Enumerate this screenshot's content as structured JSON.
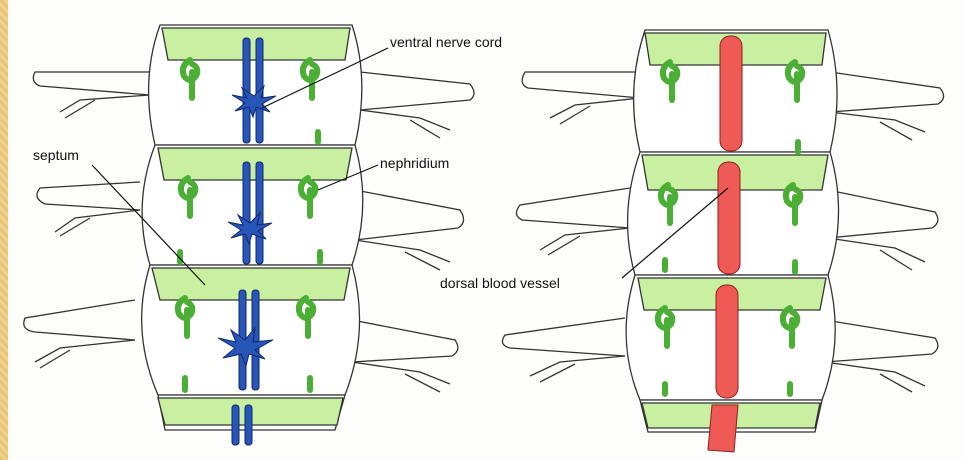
{
  "labels": {
    "ventral": "ventral nerve cord",
    "nephridium": "nephridium",
    "septum": "septum",
    "dorsal": "dorsal blood vessel"
  },
  "colors": {
    "background_frame": "#e8c878",
    "septum_band": "#c9f0a0",
    "nephridium": "#4caf35",
    "nerve_cord": "#1f4fb0",
    "blood_vessel": "#ef5a55",
    "outline": "#333333"
  }
}
